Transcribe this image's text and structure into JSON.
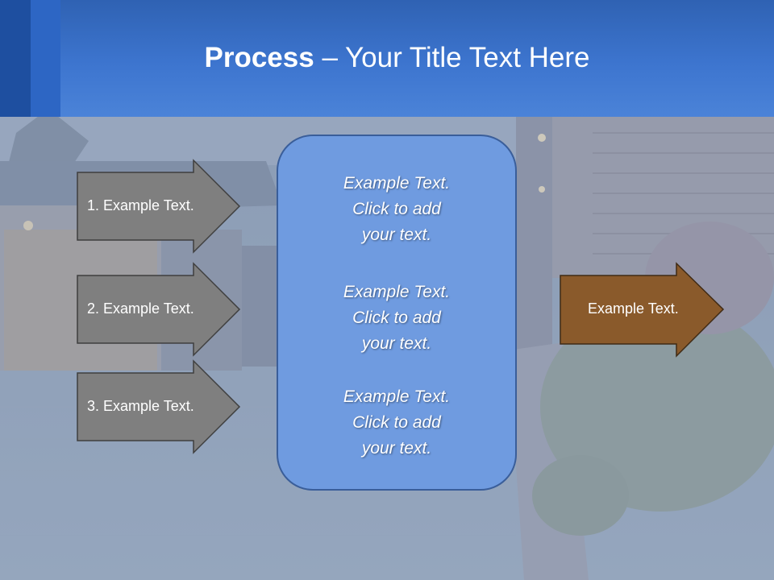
{
  "title": {
    "bold": "Process",
    "rest": " – Your Title Text Here"
  },
  "left_arrows": [
    {
      "label": "1. Example Text."
    },
    {
      "label": "2. Example Text."
    },
    {
      "label": "3. Example Text."
    }
  ],
  "center_box": {
    "blocks": [
      {
        "lines": [
          "Example Text.",
          "Click  to add",
          "your text."
        ]
      },
      {
        "lines": [
          "Example Text.",
          "Click  to add",
          "your text."
        ]
      },
      {
        "lines": [
          "Example Text.",
          "Click  to add",
          "your text."
        ]
      }
    ]
  },
  "right_arrow": {
    "label": "Example Text."
  },
  "colors": {
    "header": "#3d75cf",
    "left_arrow_fill": "#7f7f7f",
    "center_box_fill": "#6f9be0",
    "right_arrow_fill": "#8a5a2b"
  }
}
